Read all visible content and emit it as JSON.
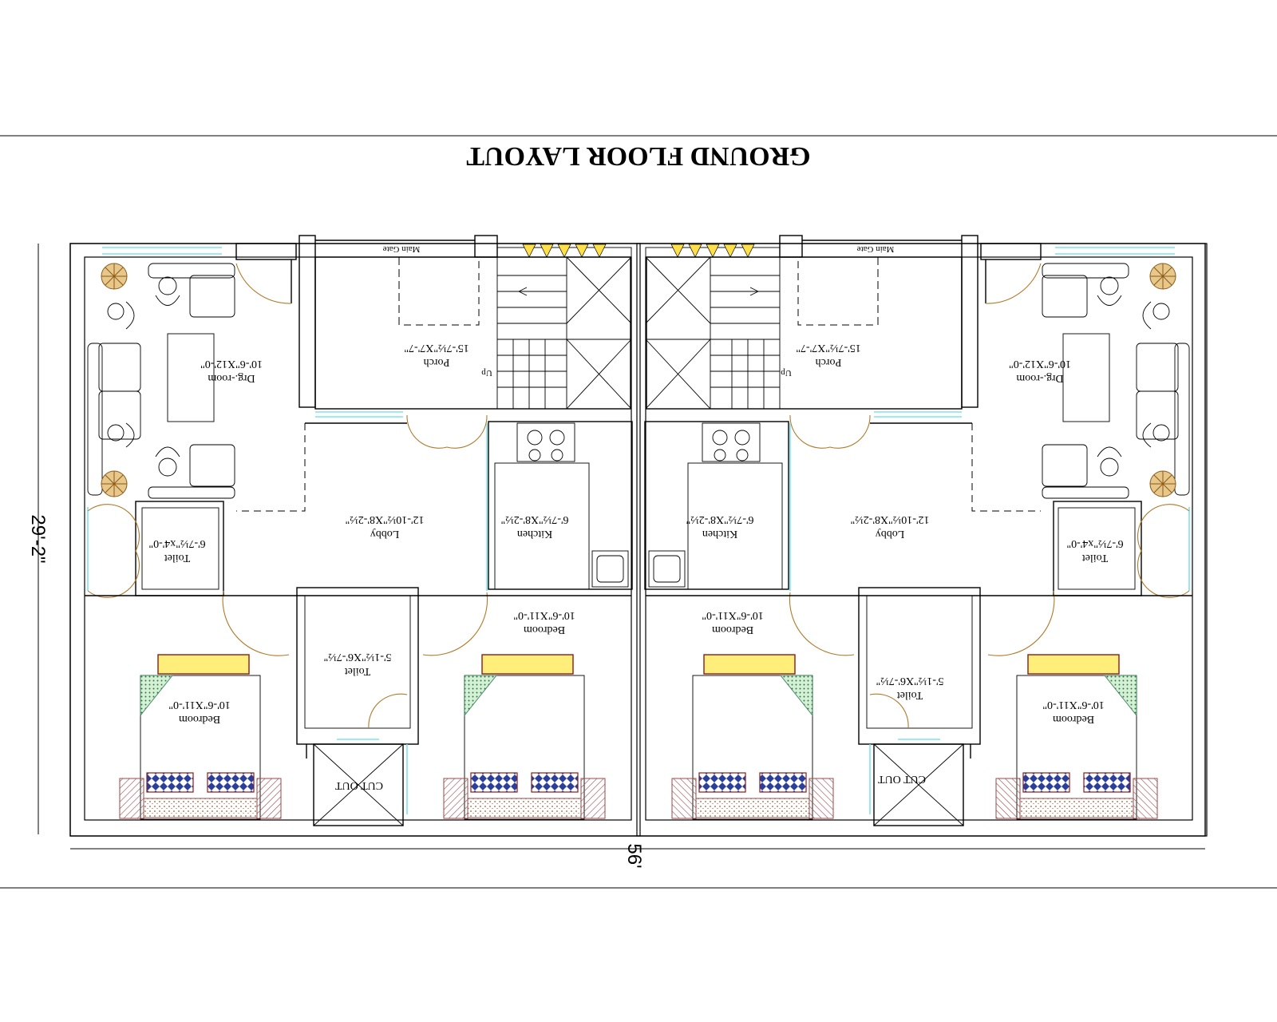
{
  "title": "GROUND FLOOR LAYOUT",
  "dimensions": {
    "width": "56'",
    "depth": "29'-2\""
  },
  "labels": {
    "main_gate": "Main Gate",
    "up": "Up",
    "porch_name": "Porch",
    "porch_size": "15'-7½\"X7'-7\"",
    "drg_name": "Drg.-room",
    "drg_size": "10'-6\"X12'-0\"",
    "lobby_name": "Lobby",
    "lobby_size": "12'-10½\"X8'-2½\"",
    "kitchen_name": "Kitchen",
    "kitchen_size": "6'-7½\"X8'-2½\"",
    "toilet_name": "Toilet",
    "toilet_a_size": "6'-7½\"x4'-0\"",
    "toilet_b_size": "5'-1½\"X6'-7½\"",
    "bedroom_name": "Bedroom",
    "bedroom_size": "10'-6\"X11'-0\"",
    "cutout": "CUT OUT"
  },
  "colors": {
    "window": "#7fe3ee",
    "door": "#b07a2a",
    "pillow": "#ffef7a",
    "quilt": "#2b3f9a",
    "hatch": "#9a4a4a"
  }
}
